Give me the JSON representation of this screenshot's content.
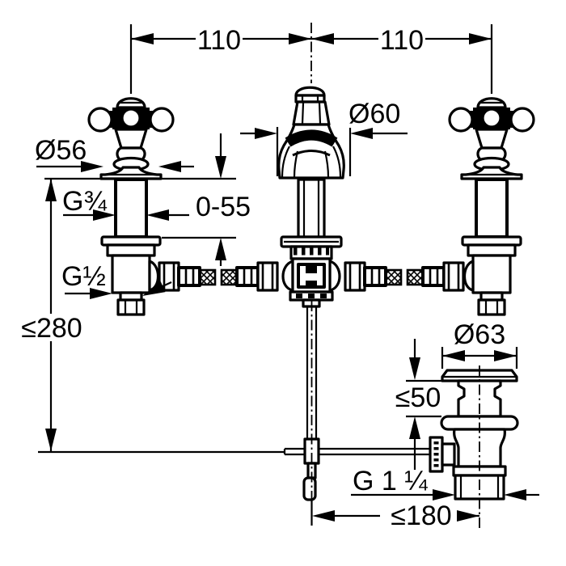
{
  "drawing": {
    "kind": "technical installation drawing",
    "product": "three-hole basin mixer with cross handles and pop-up waste",
    "background_color": "#ffffff",
    "line_color": "#000000"
  },
  "dimensions": {
    "hole_spacing_left": "110",
    "hole_spacing_right": "110",
    "spout_base_diameter": "Ø60",
    "handle_base_diameter": "Ø56",
    "valve_shank_thread": "G¾",
    "deck_thickness_range": "0-55",
    "supply_connection_thread": "G½",
    "max_depth_below_deck": "≤280",
    "waste_flange_diameter": "Ø63",
    "waste_deck_thickness": "≤50",
    "waste_outlet_thread": "G 1 ¼",
    "rod_to_waste_offset": "≤180"
  }
}
